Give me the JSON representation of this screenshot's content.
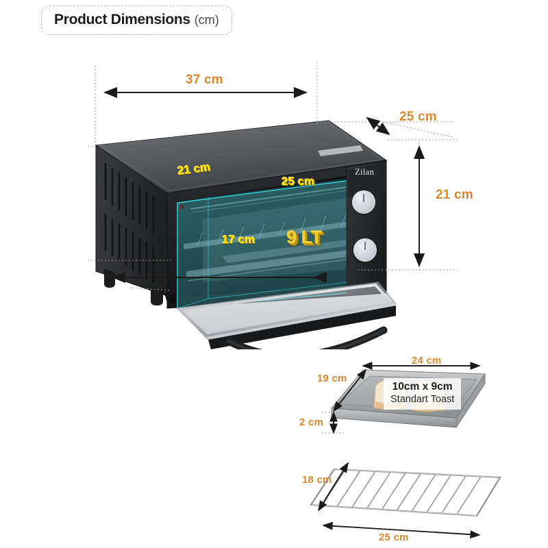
{
  "header": {
    "title": "Product Dimensions",
    "unit": "(cm)"
  },
  "product": {
    "brand": "Zilan",
    "capacity_badge": "9 LT"
  },
  "exterior_dimensions": [
    {
      "name": "width",
      "label": "37 cm"
    },
    {
      "name": "depth",
      "label": "25 cm"
    },
    {
      "name": "height",
      "label": "21 cm"
    }
  ],
  "interior_dimensions": [
    {
      "name": "interior-height",
      "label": "21 cm"
    },
    {
      "name": "interior-width",
      "label": "25 cm"
    },
    {
      "name": "interior-depth",
      "label": "17 cm"
    }
  ],
  "baking_tray": {
    "width_label": "24 cm",
    "depth_label": "19 cm",
    "height_label": "2 cm",
    "toast_size": "10cm x 9cm",
    "toast_caption": "Standart Toast"
  },
  "wire_rack": {
    "depth_label": "18 cm",
    "width_label": "25 cm"
  },
  "colors": {
    "dimension_text": "#d8892f",
    "interior_text": "#ffe200",
    "capacity_badge": "#f5d23c",
    "glass_volume": "#39d4de",
    "body": "#2b2d30",
    "background": "#ffffff"
  }
}
